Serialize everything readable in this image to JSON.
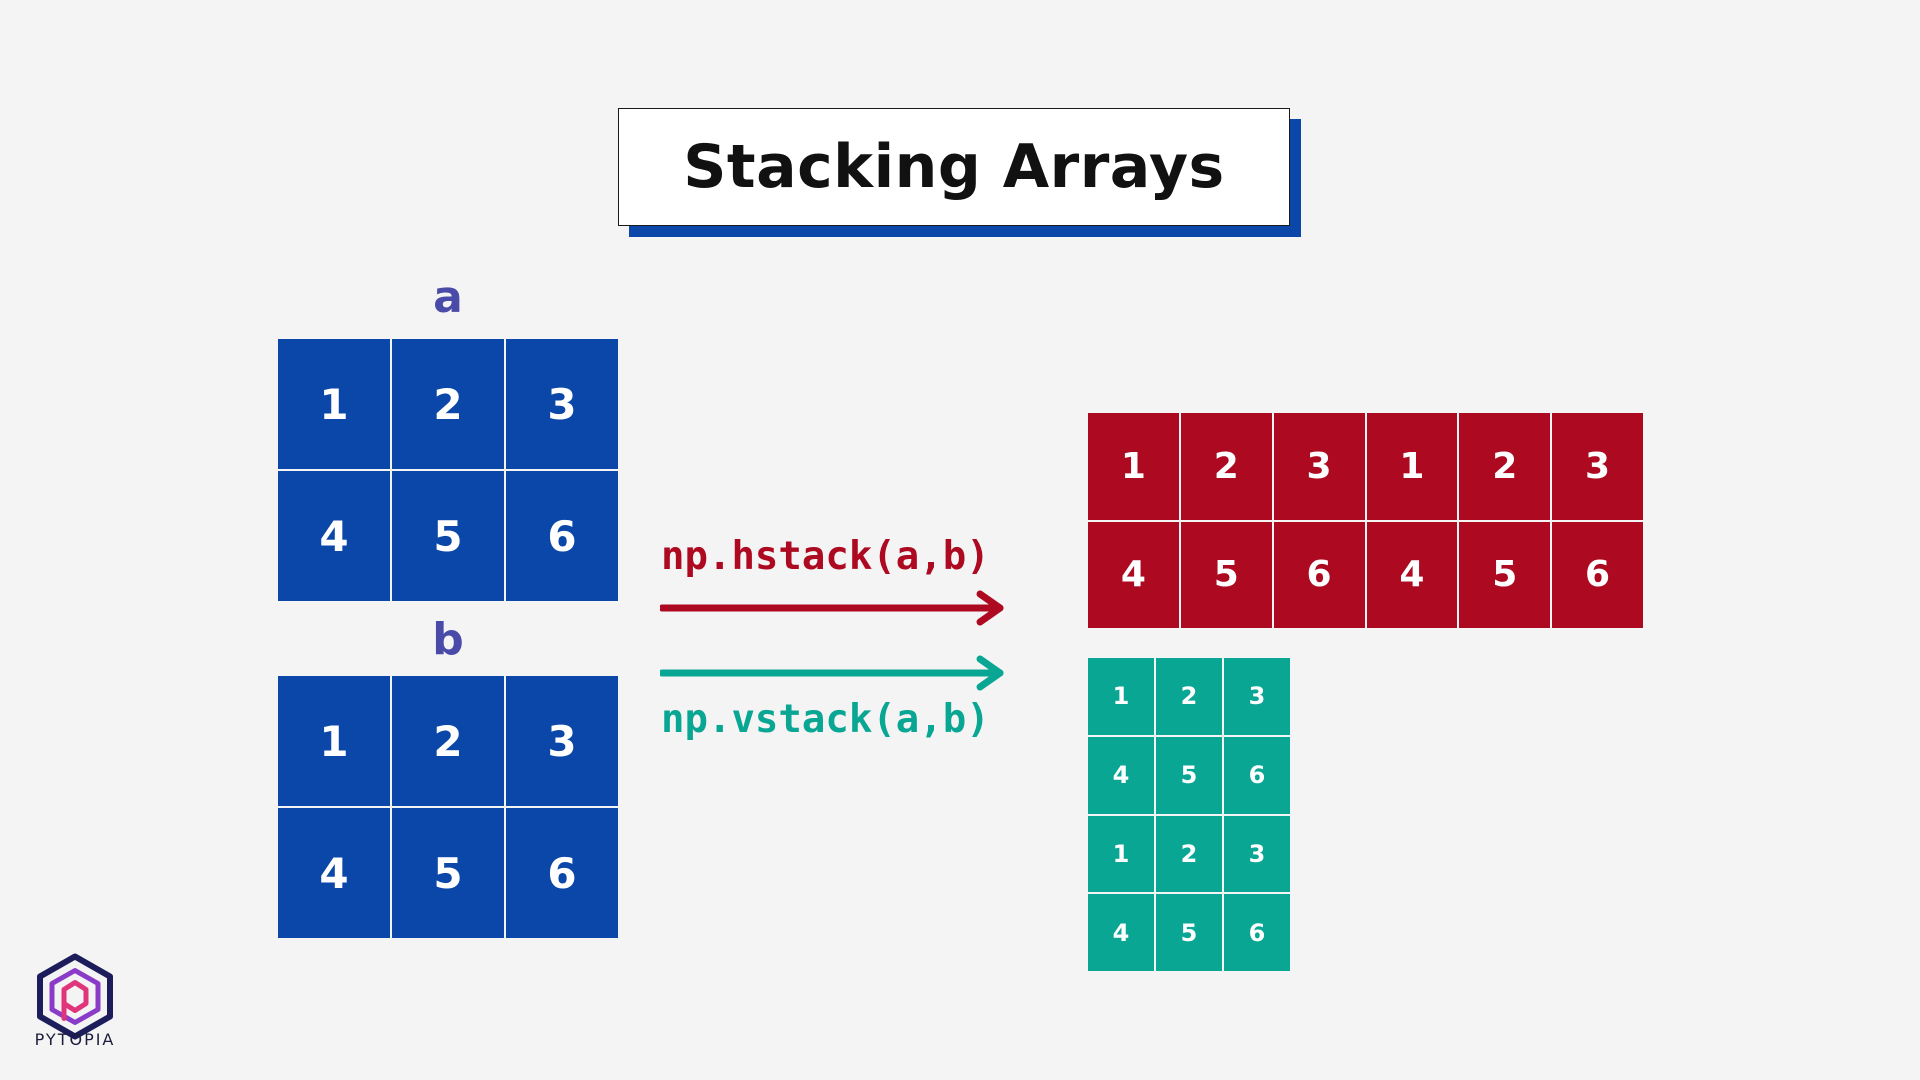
{
  "title": "Stacking Arrays",
  "array_a": {
    "label": "a",
    "cells": [
      "1",
      "2",
      "3",
      "4",
      "5",
      "6"
    ]
  },
  "array_b": {
    "label": "b",
    "cells": [
      "1",
      "2",
      "3",
      "4",
      "5",
      "6"
    ]
  },
  "hstack": {
    "code": "np.hstack(a,b)",
    "cells": [
      "1",
      "2",
      "3",
      "1",
      "2",
      "3",
      "4",
      "5",
      "6",
      "4",
      "5",
      "6"
    ]
  },
  "vstack": {
    "code": "np.vstack(a,b)",
    "cells": [
      "1",
      "2",
      "3",
      "4",
      "5",
      "6",
      "1",
      "2",
      "3",
      "4",
      "5",
      "6"
    ]
  },
  "logo": {
    "text": "PYTOPIA"
  },
  "colors": {
    "input_blue": "#0a47a8",
    "hstack_red": "#ad0a22",
    "vstack_green": "#0aa694",
    "label_purple": "#4a4aa8",
    "background": "#f4f4f4"
  }
}
